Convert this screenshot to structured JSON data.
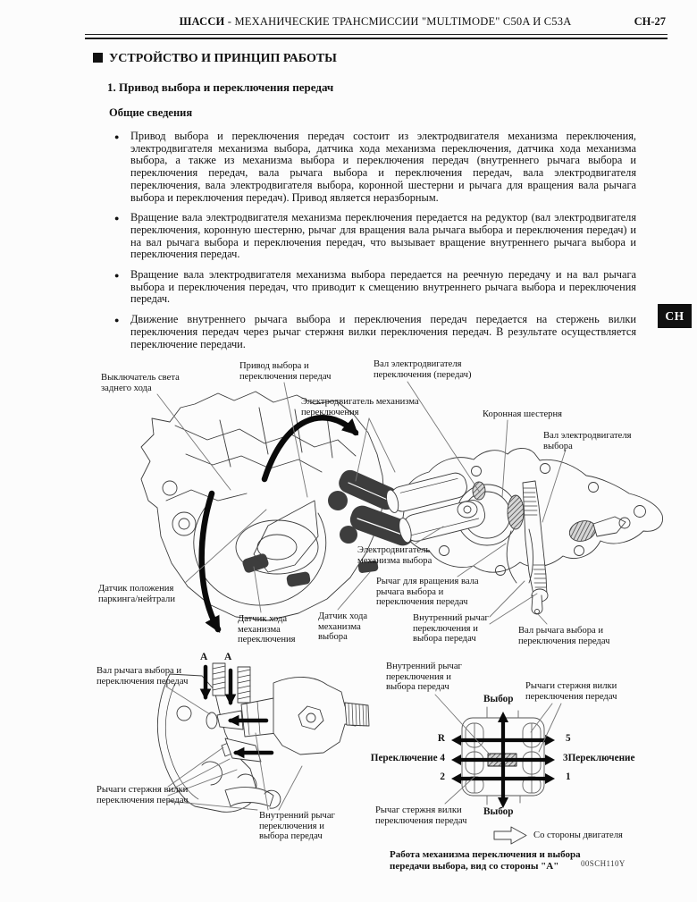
{
  "header": {
    "chapter": "ШАССИ",
    "title_rest": " - МЕХАНИЧЕСКИЕ ТРАНСМИССИИ \"MULTIMODE\" C50A И C53A",
    "page_number": "CH-27"
  },
  "side_tab": "CH",
  "section_title": "УСТРОЙСТВО И ПРИНЦИП РАБОТЫ",
  "subsection": {
    "number": "1.",
    "title": "Привод выбора и переключения передач"
  },
  "general": {
    "heading": "Общие сведения",
    "bullets": [
      "Привод выбора и переключения передач состоит из электродвигателя механизма переключения, электродвигателя механизма выбора, датчика хода механизма переключения, датчика хода механизма выбора, а также из механизма выбора и переключения передач (внутреннего рычага выбора и переключения передач, вала рычага выбора и переключения передач, вала электродвигателя переключения, вала электродвигателя выбора, коронной шестерни и рычага для вращения вала рычага выбора и переключения передач). Привод является неразборным.",
      "Вращение вала электродвигателя механизма переключения передается на редуктор (вал электродвигателя переключения, коронную шестерню, рычаг для вращения вала рычага выбора и переключения передач) и на вал рычага выбора и переключения передач, что вызывает вращение внутреннего рычага выбора и переключения передач.",
      "Вращение вала электродвигателя механизма выбора передается на реечную передачу и на вал рычага выбора и переключения передач, что приводит к смещению внутреннего рычага выбора и переключения передач.",
      "Движение внутреннего рычага выбора и переключения передач передается на стержень вилки переключения передач через рычаг стержня вилки переключения передач. В результате осуществляется переключение передачи."
    ]
  },
  "figure": {
    "labels": {
      "reverse_light_switch": "Выключатель света заднего хода",
      "drive_assembly": "Привод выбора и переключения передач",
      "shift_motor_shaft": "Вал электродвигателя переключения (передач)",
      "shift_motor": "Электродвигатель механизма переключения",
      "crown_gear": "Коронная шестерня",
      "select_motor_shaft": "Вал электродвигателя выбора",
      "select_motor": "Электродвигатель механизма выбора",
      "rotation_lever": "Рычаг для вращения вала рычага выбора и переключения передач",
      "inner_lever_detail": "Внутренний рычаг переключения и выбора передач",
      "control_shaft_detail": "Вал рычага выбора и переключения передач",
      "parking_neutral_sensor": "Датчик положения паркинга/нейтрали",
      "shift_stroke_sensor": "Датчик хода механизма переключения",
      "select_stroke_sensor": "Датчик хода механизма выбора",
      "control_shaft_bottom": "Вал рычага выбора и переключения передач",
      "fork_shaft_levers_bottom": "Рычаги стержня вилки переключения передач",
      "inner_lever_bottom": "Внутренний рычаг переключения и выбора передач",
      "inner_lever_schematic": "Внутренний рычаг переключения и выбора передач",
      "fork_shaft_levers_schematic": "Рычаги стержня вилки переключения передач",
      "fork_shaft_lever_single": "Рычаг стержня вилки переключения передач",
      "view_marker": "A"
    },
    "schematic": {
      "select_top": "Выбор",
      "select_bottom": "Выбор",
      "gear_r": "R",
      "gear_5": "5",
      "shift_left": "Переключение",
      "gear_4": "4",
      "gear_3": "3",
      "shift_right": "Переключение",
      "gear_2": "2",
      "gear_1": "1",
      "engine_side": "Со стороны двигателя"
    },
    "caption": "Работа механизма переключения и выбора передачи выбора, вид со стороны \"A\"",
    "doc_code": "00SCH110Y"
  }
}
